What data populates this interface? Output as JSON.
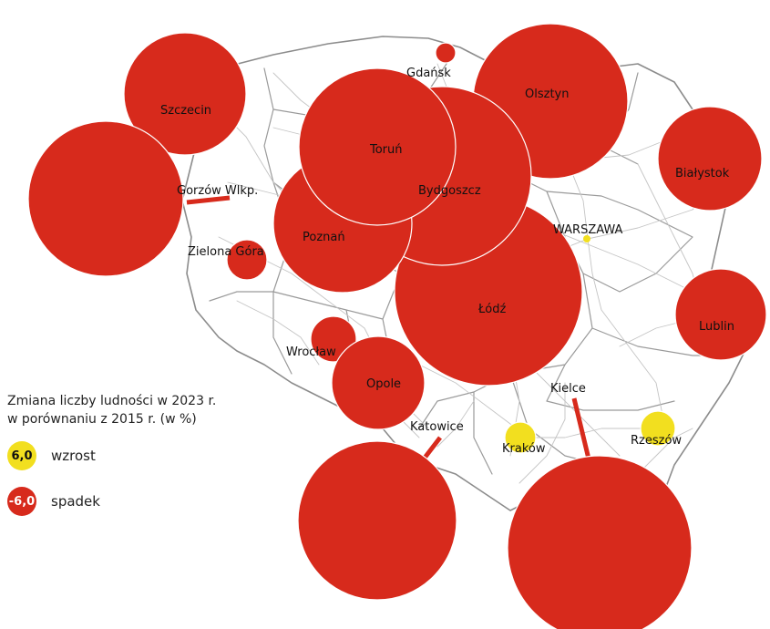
{
  "map": {
    "colors": {
      "increase": "#f2df1f",
      "decrease": "#d72a1c",
      "border": "#9a9a9a",
      "road": "#bdbdbd",
      "bubble_stroke": "#ffffff"
    },
    "cities": [
      {
        "name": "Gdańsk",
        "value_class": "decrease"
      },
      {
        "name": "Szczecin",
        "value_class": "decrease"
      },
      {
        "name": "Olsztyn",
        "value_class": "decrease"
      },
      {
        "name": "Toruń",
        "value_class": "decrease"
      },
      {
        "name": "Bydgoszcz",
        "value_class": "decrease"
      },
      {
        "name": "Białystok",
        "value_class": "decrease"
      },
      {
        "name": "Gorzów Wlkp.",
        "value_class": "decrease"
      },
      {
        "name": "Poznań",
        "value_class": "decrease"
      },
      {
        "name": "WARSZAWA",
        "value_class": "increase"
      },
      {
        "name": "Zielona Góra",
        "value_class": "decrease"
      },
      {
        "name": "Łódź",
        "value_class": "decrease"
      },
      {
        "name": "Lublin",
        "value_class": "decrease"
      },
      {
        "name": "Wrocław",
        "value_class": "decrease"
      },
      {
        "name": "Opole",
        "value_class": "decrease"
      },
      {
        "name": "Kielce",
        "value_class": "decrease"
      },
      {
        "name": "Katowice",
        "value_class": "decrease"
      },
      {
        "name": "Kraków",
        "value_class": "increase"
      },
      {
        "name": "Rzeszów",
        "value_class": "increase"
      }
    ]
  },
  "legend": {
    "title_line1": "Zmiana liczby ludności w 2023 r.",
    "title_line2": "w porównaniu z 2015 r. (w %)",
    "increase": {
      "value": "6,0",
      "label": "wzrost"
    },
    "decrease": {
      "value": "-6,0",
      "label": "spadek"
    }
  }
}
